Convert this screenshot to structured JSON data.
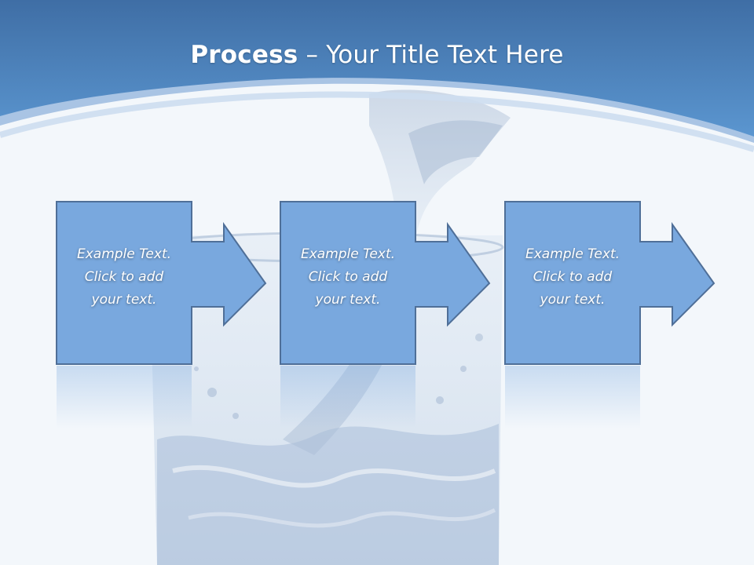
{
  "slide": {
    "title_bold": "Process",
    "title_rest": " – Your Title Text Here",
    "colors": {
      "header_dark": "#3f6ea5",
      "header_light": "#5b9bd5",
      "step_fill": "#79a8de",
      "step_stroke": "#4f6f98",
      "background": "#f3f7fb"
    }
  },
  "steps": [
    {
      "text": "Example Text.\nClick  to add\nyour text."
    },
    {
      "text": "Example Text.\nClick  to add\nyour text."
    },
    {
      "text": "Example Text.\nClick  to add\nyour text."
    }
  ]
}
